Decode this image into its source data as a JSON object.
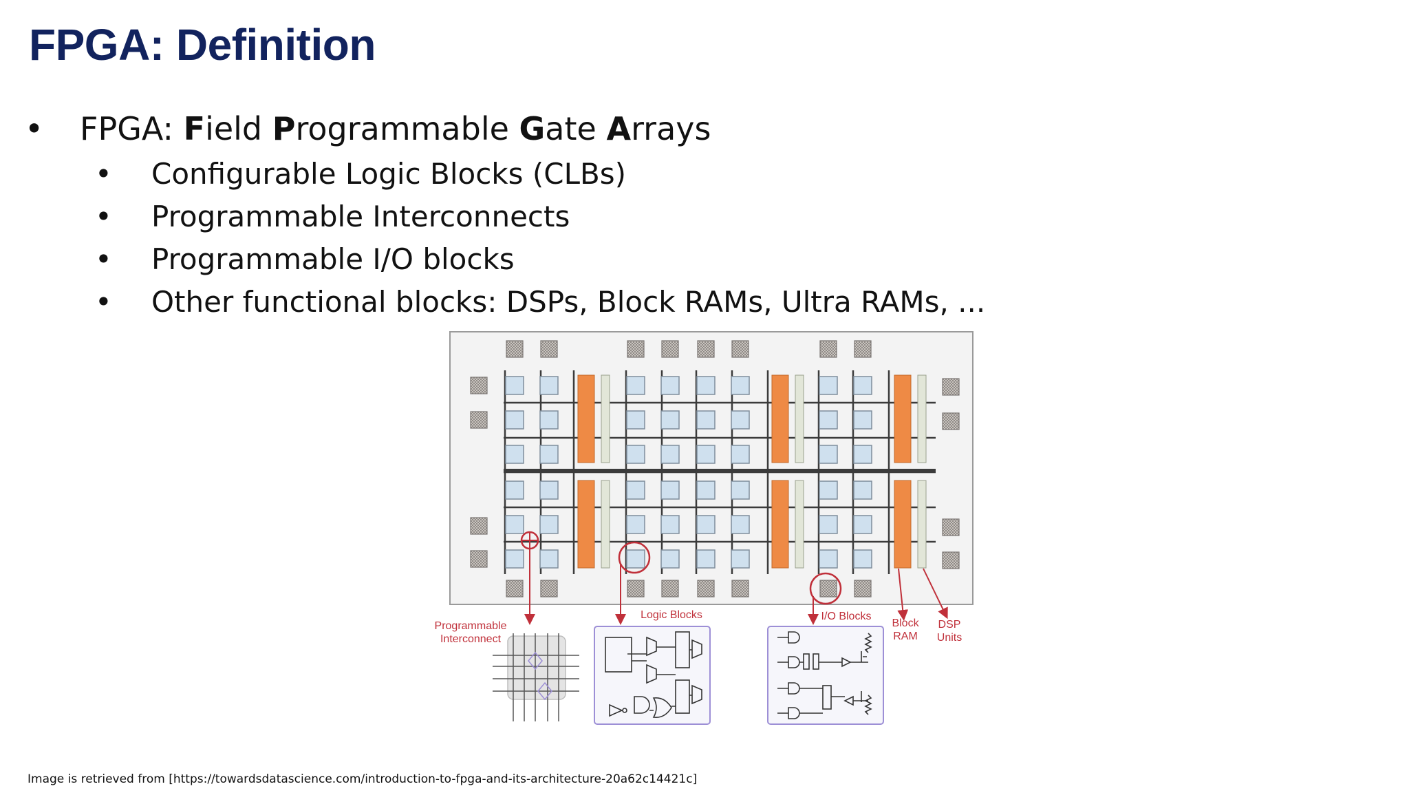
{
  "slide": {
    "title": "FPGA: Definition",
    "main_bullet": {
      "prefix": "FPGA: ",
      "parts": [
        {
          "bold": "F",
          "rest": "ield "
        },
        {
          "bold": "P",
          "rest": "rogrammable "
        },
        {
          "bold": "G",
          "rest": "ate "
        },
        {
          "bold": "A",
          "rest": "rrays"
        }
      ]
    },
    "sub_bullets": [
      "Configurable Logic Blocks (CLBs)",
      "Programmable Interconnects",
      "Programmable I/O blocks",
      "Other functional blocks: DSPs, Block RAMs, Ultra RAMs, ..."
    ],
    "bullet_glyph": "•",
    "footer": "Image  is  retrieved   from [https://towardsdatascience.com/introduction-to-fpga-and-its-architecture-20a62c14421c]"
  },
  "figure": {
    "labels": {
      "interconnect_line1": "Programmable",
      "interconnect_line2": "Interconnect",
      "logic_blocks": "Logic Blocks",
      "io_blocks": "I/O Blocks",
      "block_ram_line1": "Block",
      "block_ram_line2": "RAM",
      "dsp_line1": "DSP",
      "dsp_line2": "Units"
    },
    "colors": {
      "title": "#12235e",
      "orange_block": "#ee8a45",
      "dsp_column": "#e2e6d8",
      "logic_tile": "#cfe0ee",
      "io_tile": "#b9b3ad",
      "annotation": "#c0303a",
      "zoom_border": "#9d8fd6",
      "grid_line": "#3b3b3b"
    }
  }
}
